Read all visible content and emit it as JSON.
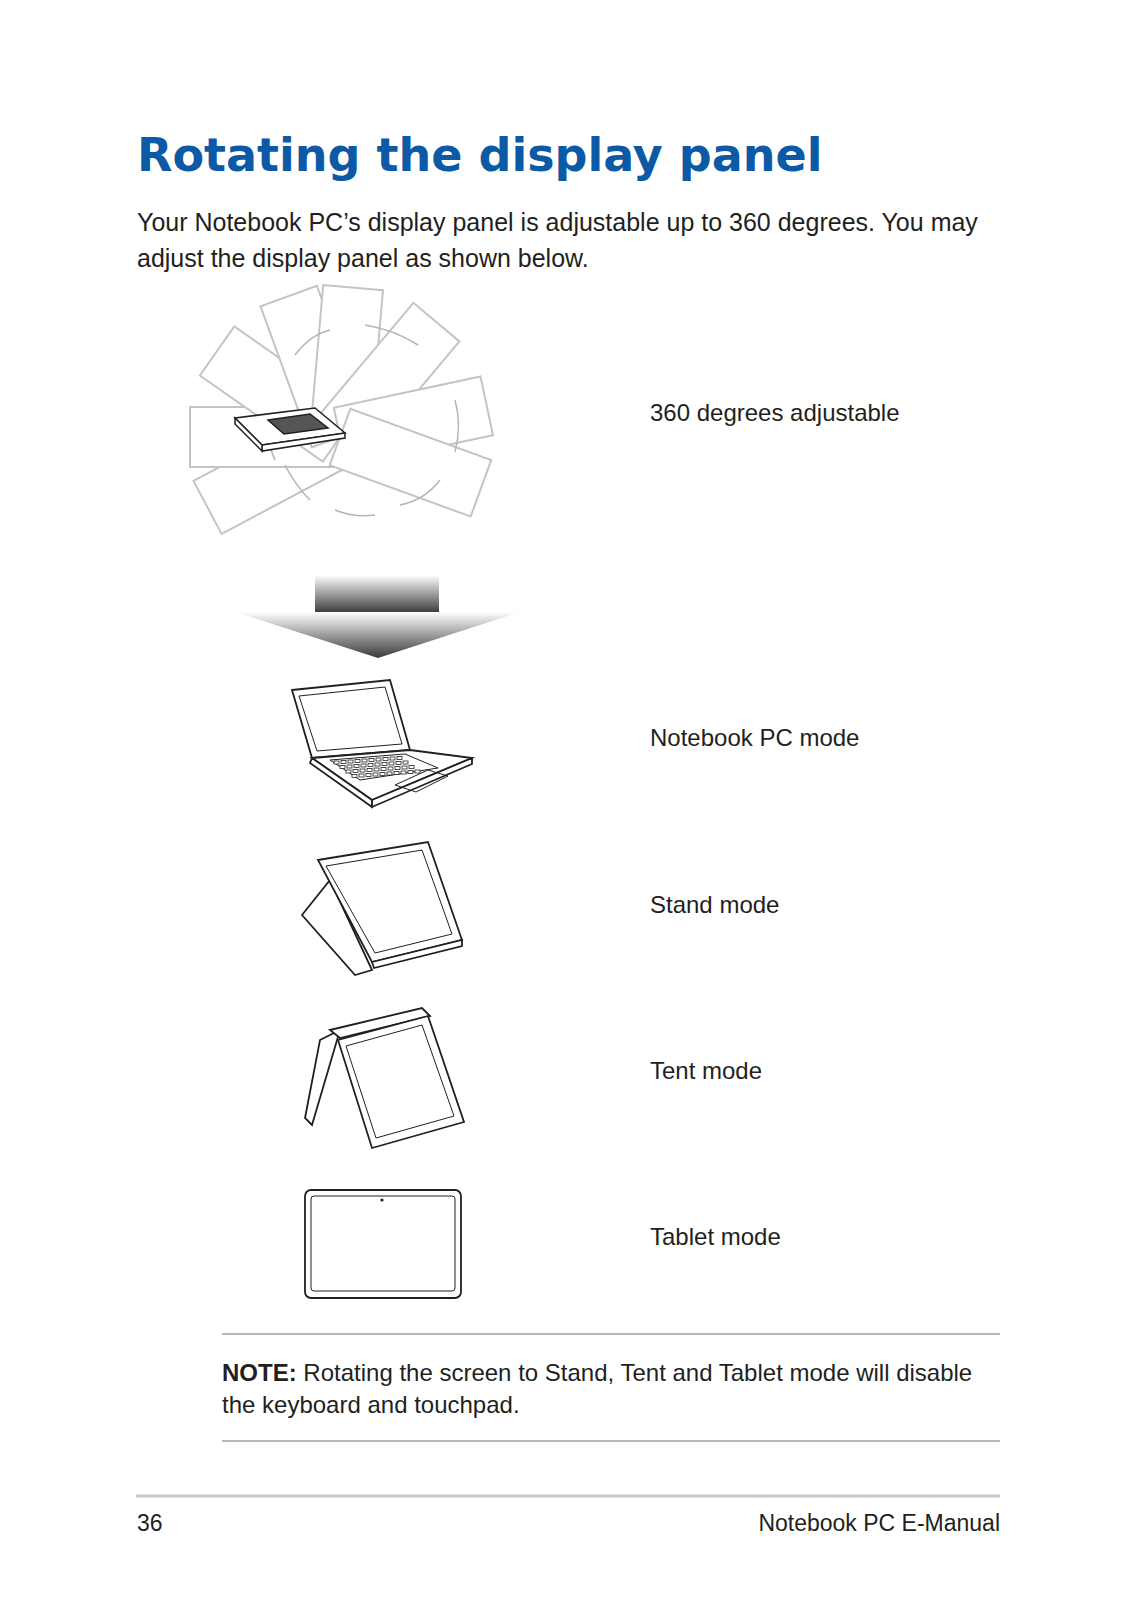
{
  "diagram": {
    "title": "Rotating the display panel",
    "labels": [
      "Your Notebook PC’s display panel is adjustable up to 360 degrees. You may adjust the display panel as shown below.",
      "360 degrees adjustable",
      "Notebook PC mode",
      "Stand mode",
      "Tent mode",
      "Tablet mode",
      "NOTE:",
      "Rotating the screen to Stand, Tent and Tablet mode will disable the keyboard and touchpad.",
      "36",
      "Notebook PC E-Manual"
    ]
  }
}
